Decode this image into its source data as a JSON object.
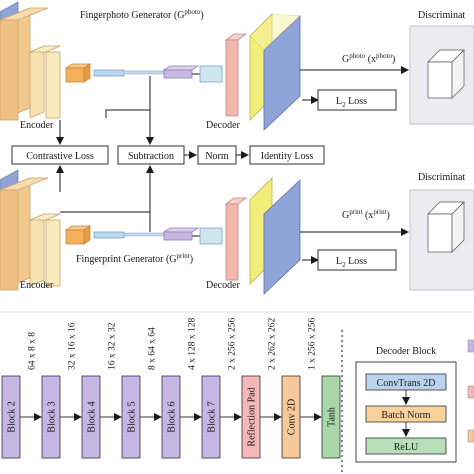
{
  "top_panel": {
    "photo_generator": {
      "title_prefix": "Fingerphoto Generator (G",
      "title_sup": "photo",
      "title_suffix": ")",
      "encoder_label": "Encoder",
      "decoder_label": "Decoder",
      "output_label_main": "G",
      "output_label_sup": "photo",
      "output_label_mid": " (x",
      "output_label_sup2": "photo",
      "output_label_end": ")",
      "discriminator_label": "Discriminat"
    },
    "print_generator": {
      "title_prefix": "Fingerprint Generator (G",
      "title_sup": "print",
      "title_suffix": ")",
      "encoder_label": "Encoder",
      "decoder_label": "Decoder",
      "output_label_main": "G",
      "output_label_sup": "print",
      "output_label_mid": " (x",
      "output_label_sup2": "print",
      "output_label_end": ")",
      "discriminator_label": "Discriminat"
    },
    "l2_loss_top": "L",
    "l2_loss_sub": "2",
    "l2_loss_suffix": " Loss",
    "l2_loss_bottom": "L",
    "l2_loss_bottom_sub": "2",
    "l2_loss_bottom_suffix": " Loss",
    "contrastive_loss": "Contrastive Loss",
    "subtraction": "Subtraction",
    "norm": "Norm",
    "identity_loss": "Identity Loss"
  },
  "bottom_panel": {
    "blocks": [
      "Block 2",
      "Block 3",
      "Block 4",
      "Block 5",
      "Block 6",
      "Block 7",
      "Reflection Pad",
      "Conv 2D",
      "Tanh"
    ],
    "shapes": [
      "64 x 8 x 8",
      "32 x 16 x 16",
      "16 x 32 x 32",
      "8 x 64 x 64",
      "4 x 128 x 128",
      "2 x 256 x 256",
      "2 x 262 x 262",
      "1 x 256 x 256"
    ],
    "decoder_block": {
      "title": "Decoder Block",
      "steps": [
        "ConvTrans 2D",
        "Batch Norm",
        "ReLU"
      ]
    }
  },
  "colors": {
    "encoder": "#f6d9a8",
    "encoder_dark": "#f2c88c",
    "bottleneck": "#f5b05a",
    "latent_blue": "#b8d8f0",
    "latent_purple": "#c8b8e0",
    "decoder_pink": "#f2b8b0",
    "decoder_yellow": "#f2ee7a",
    "decoder_blue": "#8fa4d8",
    "block_purple": "#c6b6e6",
    "reflection_pink": "#f4b8b8",
    "conv_orange": "#f7c89a",
    "tanh_green": "#a8d8a8",
    "convtrans_blue": "#b8d4f0",
    "batchnorm_orange": "#f7d29a",
    "relu_green": "#b8e0b8"
  }
}
